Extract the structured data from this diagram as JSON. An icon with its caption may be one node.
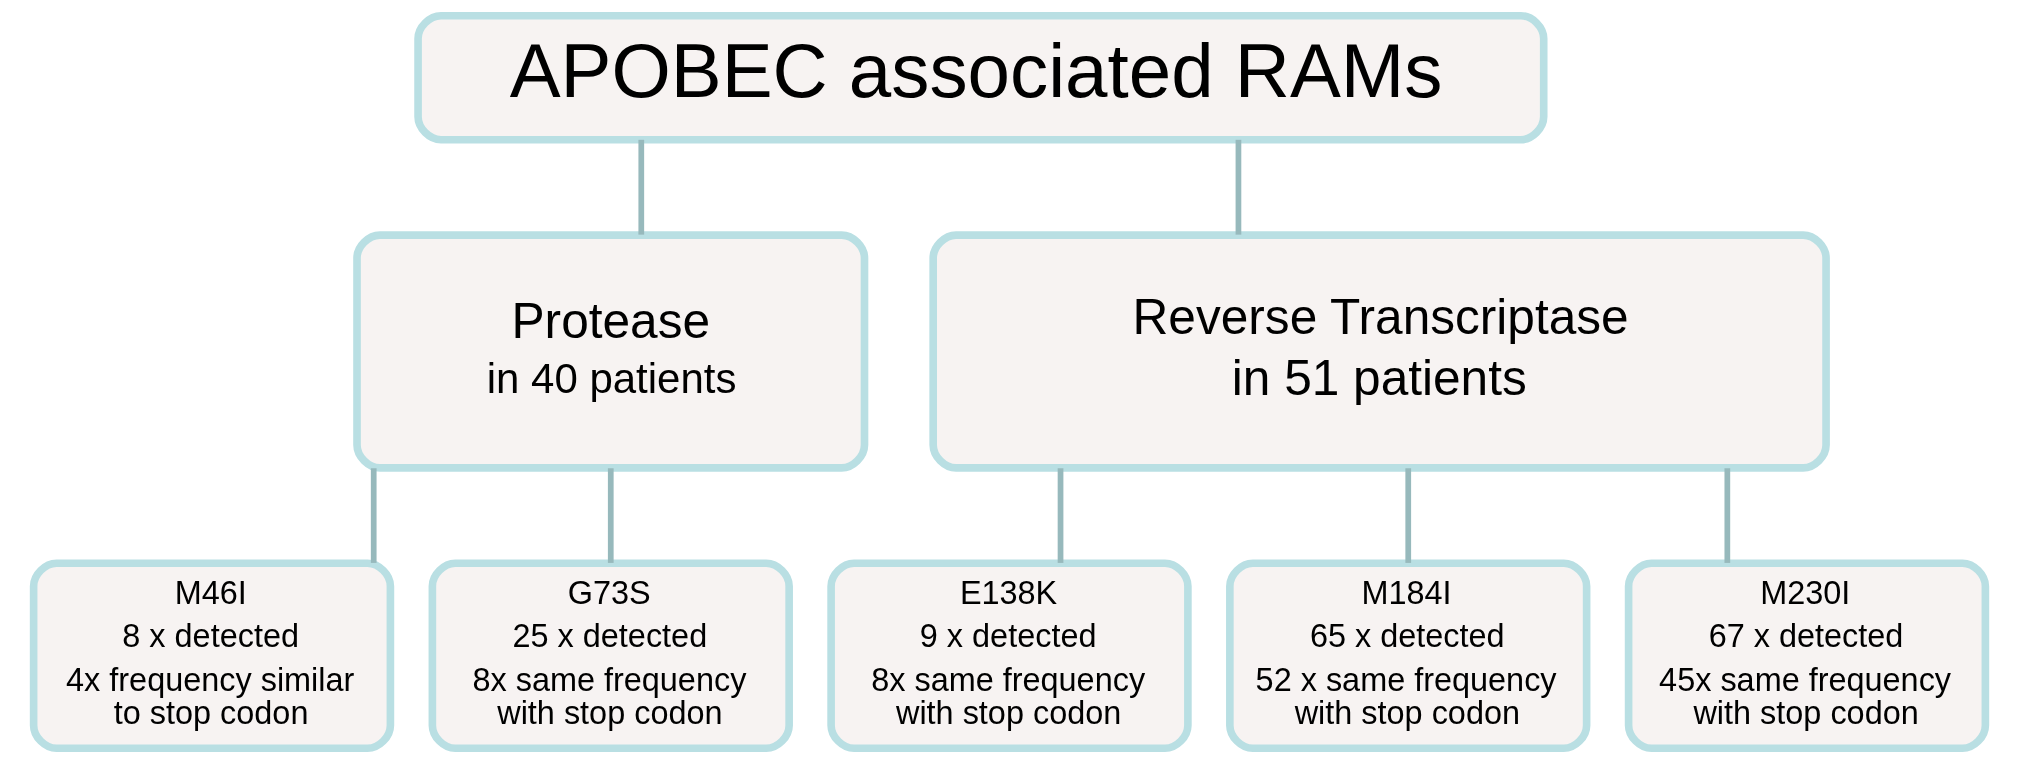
{
  "diagram": {
    "nodes": [
      {
        "text": [
          "APOBEC associated RAMs"
        ]
      },
      {
        "text": [
          "Protease",
          "in 40 patients"
        ]
      },
      {
        "text": [
          "Reverse Transcriptase",
          "in 51 patients"
        ]
      },
      {
        "text": [
          "M46I",
          "8 x detected",
          "4x frequency similar to stop codon"
        ]
      },
      {
        "text": [
          "G73S",
          "25 x detected",
          "8x same frequency with stop codon"
        ]
      },
      {
        "text": [
          "E138K",
          "9 x detected",
          "8x same frequency with stop codon"
        ]
      },
      {
        "text": [
          "M184I",
          "65 x detected",
          "52 x same frequency with stop codon"
        ]
      },
      {
        "text": [
          "M230I",
          "67 x detected",
          "45x same frequency with stop codon"
        ]
      }
    ],
    "edges": [
      {
        "from": 0,
        "to": 1,
        "arrow": "none"
      },
      {
        "from": 0,
        "to": 2,
        "arrow": "none"
      },
      {
        "from": 1,
        "to": 3,
        "arrow": "none"
      },
      {
        "from": 1,
        "to": 4,
        "arrow": "none"
      },
      {
        "from": 2,
        "to": 5,
        "arrow": "none"
      },
      {
        "from": 2,
        "to": 6,
        "arrow": "none"
      },
      {
        "from": 2,
        "to": 7,
        "arrow": "none"
      }
    ]
  }
}
